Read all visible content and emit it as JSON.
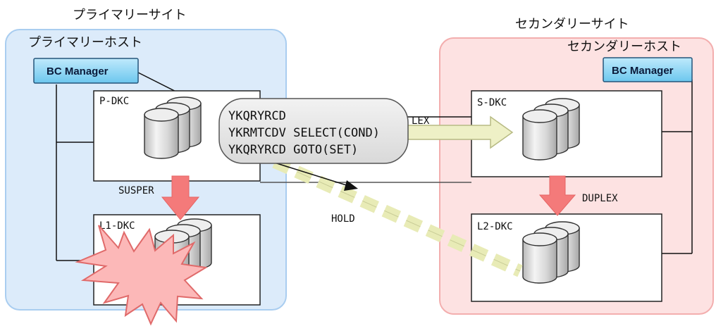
{
  "primary": {
    "site_label": "プライマリーサイト",
    "host_label": "プライマリーホスト",
    "bc_manager": "BC Manager",
    "pdkc_label": "P-DKC",
    "l1dkc_label": "L1-DKC",
    "suspend_label": "SUSPER"
  },
  "secondary": {
    "site_label": "セカンダリーサイト",
    "host_label": "セカンダリーホスト",
    "bc_manager": "BC Manager",
    "sdkc_label": "S-DKC",
    "l2dkc_label": "L2-DKC",
    "duplex_label": "DUPLEX"
  },
  "link": {
    "top_label_partial": "LEX",
    "hold_label": "HOLD"
  },
  "commands": [
    "YKQRYRCD",
    "YKRMTCDV SELECT(COND)",
    "YKQRYRCD GOTO(SET)"
  ],
  "colors": {
    "primary_bg": "#dcebfa",
    "primary_border": "#a9cdf0",
    "secondary_bg": "#fde2e2",
    "secondary_border": "#f3aeae",
    "arrow_red": "#f47a7a",
    "arrow_green": "#eef0c6",
    "bc_bg": "#8fd6f4"
  },
  "icons": [
    "disk-stack-icon",
    "burst-failure-icon",
    "arrow-down-icon",
    "arrow-right-icon"
  ]
}
